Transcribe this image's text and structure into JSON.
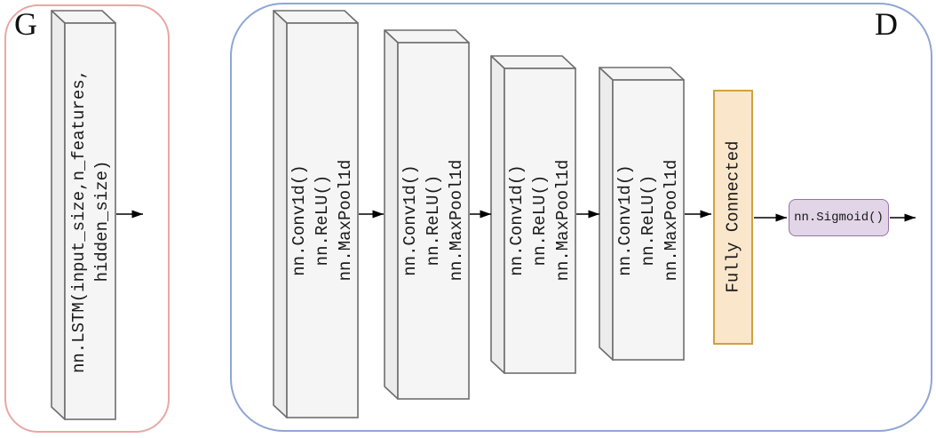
{
  "colors": {
    "canvas-bg": "#ffffff",
    "generator-border": "#e9a7a5",
    "discriminator-border": "#8fa6d4",
    "block-fill": "#f5f5f5",
    "block-top-fill": "#f5f5f5",
    "block-side-fill": "#ececec",
    "block-stroke": "#6e6e6e",
    "fc-fill": "#fae6cb",
    "fc-stroke": "#d0a23e",
    "sigmoid-fill": "#e1d5e7",
    "sigmoid-stroke": "#9673a6",
    "arrow": "#000000",
    "text": "#1a1a1a"
  },
  "generator": {
    "label": "G",
    "lstm_block": {
      "label": "nn.LSTM(input_size,n_features,\nhidden_size)"
    }
  },
  "discriminator": {
    "label": "D",
    "conv_blocks": [
      {
        "label": "nn.Conv1d()\nnn.ReLU()\nnn.MaxPool1d"
      },
      {
        "label": "nn.Conv1d()\nnn.ReLU()\nnn.MaxPool1d"
      },
      {
        "label": "nn.Conv1d()\nnn.ReLU()\nnn.MaxPool1d"
      },
      {
        "label": "nn.Conv1d()\nnn.ReLU()\nnn.MaxPool1d"
      }
    ],
    "fully_connected": {
      "label": "Fully Connected"
    },
    "sigmoid": {
      "label": "nn.Sigmoid()"
    }
  }
}
